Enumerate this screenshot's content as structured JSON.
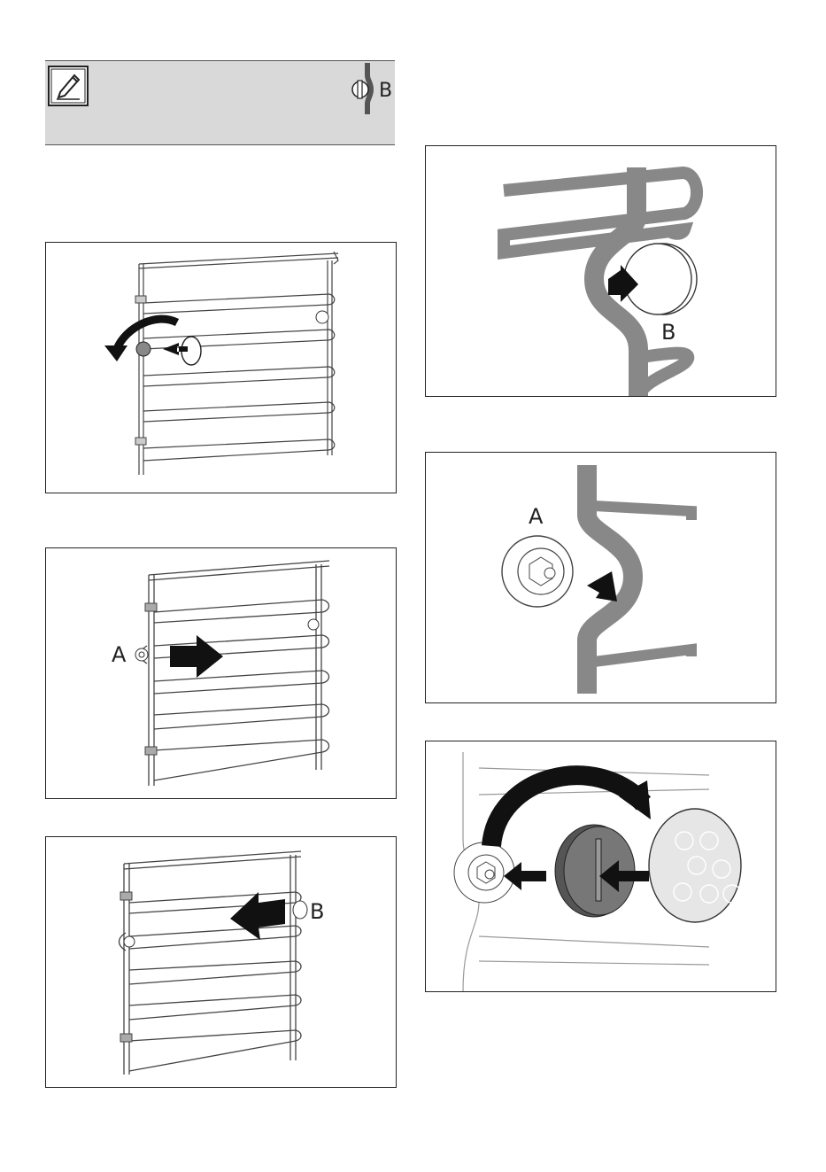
{
  "note": {
    "icon": "pencil-note-icon",
    "part_label": "B"
  },
  "figures": [
    {
      "id": "fig1",
      "name": "remove-cap-illustration",
      "labels": []
    },
    {
      "id": "fig2",
      "name": "insert-rack-a-illustration",
      "labels": [
        "A"
      ]
    },
    {
      "id": "fig3",
      "name": "insert-rack-b-illustration",
      "labels": [
        "B"
      ]
    },
    {
      "id": "fig4",
      "name": "cap-detail-b-illustration",
      "labels": [
        "B"
      ]
    },
    {
      "id": "fig5",
      "name": "nut-detail-a-illustration",
      "labels": [
        "A"
      ]
    },
    {
      "id": "fig6",
      "name": "fit-cover-illustration",
      "labels": []
    }
  ],
  "colors": {
    "note_bg": "#d9d9d9",
    "line": "#444444",
    "arrow": "#111111",
    "rail_fill": "#8a8a8a"
  }
}
